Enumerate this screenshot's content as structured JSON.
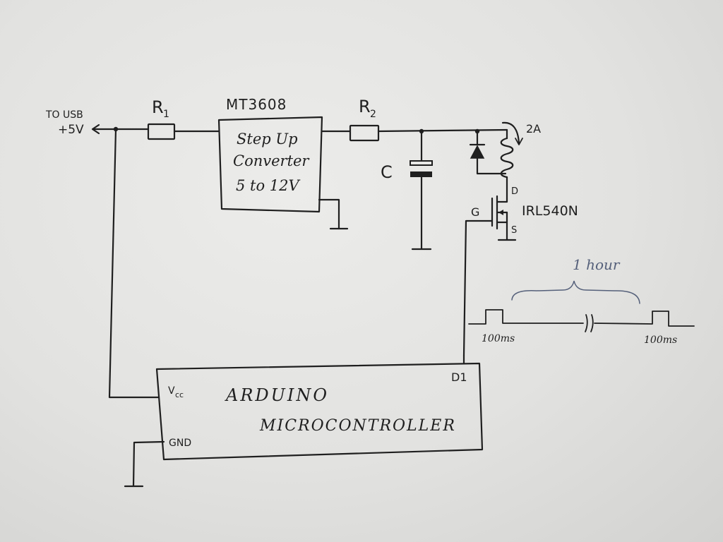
{
  "labels": {
    "usb_line1": "TO USB",
    "usb_line2": "+5V",
    "r1_letter": "R",
    "r1_sub": "1",
    "r2_letter": "R",
    "r2_sub": "2",
    "converter_part": "MT3608",
    "converter_line1": "Step Up",
    "converter_line2": "Converter",
    "converter_line3": "5 to 12V",
    "capacitor": "C",
    "current": "2A",
    "drain": "D",
    "gate": "G",
    "source": "S",
    "mosfet_part": "IRL540N",
    "timing_period": "1 hour",
    "pulse_left": "100ms",
    "pulse_right": "100ms",
    "arduino_pin": "D1",
    "arduino_line1": "ARDUINO",
    "arduino_line2": "MICROCONTROLLER",
    "vcc_letter": "V",
    "vcc_sub": "cc",
    "gnd": "GND"
  }
}
